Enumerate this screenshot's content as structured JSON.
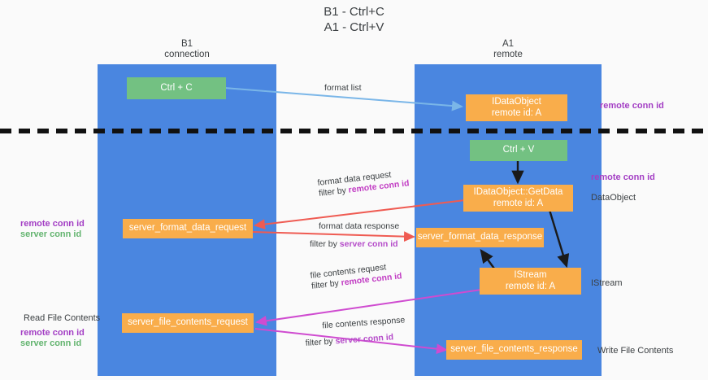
{
  "title": {
    "line1": "B1 - Ctrl+C",
    "line2": "A1 - Ctrl+V"
  },
  "columns": [
    {
      "id": "b1",
      "name": "B1",
      "sub": "connection"
    },
    {
      "id": "a1",
      "name": "A1",
      "sub": "remote"
    }
  ],
  "boxes": {
    "ctrl_c": "Ctrl + C",
    "ctrl_v": "Ctrl + V",
    "idataobject_title": "IDataObject",
    "idataobject_sub": "remote id: A",
    "getdata_title": "IDataObject::GetData",
    "getdata_sub": "remote id: A",
    "istream_title": "IStream",
    "istream_sub": "remote id: A",
    "server_format_data_request": "server_format_data_request",
    "server_format_data_response": "server_format_data_response",
    "server_file_contents_request": "server_file_contents_request",
    "server_file_contents_response": "server_file_contents_response"
  },
  "side_labels": {
    "right_remote_conn_id_top": "remote conn id",
    "right_remote_conn_id_mid": "remote conn id",
    "right_dataobject": "DataObject",
    "right_istream": "IStream",
    "right_write_file_contents": "Write File Contents",
    "left_remote_conn_id": "remote conn id",
    "left_server_conn_id": "server conn id",
    "left_read_file_contents": "Read File Contents",
    "left_remote_conn_id2": "remote conn id",
    "left_server_conn_id2": "server conn id"
  },
  "wire_labels": {
    "format_list": "format list",
    "format_data_request": "format data request",
    "format_data_request_filter_prefix": "filter by ",
    "format_data_request_filter_key": "remote conn id",
    "format_data_response": "format data response",
    "format_data_response_filter_prefix": "filter by ",
    "format_data_response_filter_key": "server conn id",
    "file_contents_request": "file contents request",
    "file_contents_request_filter_prefix": "filter by ",
    "file_contents_request_filter_key": "remote conn id",
    "file_contents_response": "file contents response",
    "file_contents_response_filter_prefix": "filter by ",
    "file_contents_response_filter_key": "server conn id"
  },
  "colors": {
    "column_blue": "#4a86e0",
    "box_green": "#73c182",
    "box_orange": "#f9ad4b",
    "arrow_lightblue": "#7ab6e8",
    "arrow_red": "#ef5b52",
    "arrow_magenta": "#cf4bd0",
    "arrow_black": "#1a1a1a",
    "divider_black": "#111111",
    "purple_text": "#a33ec4",
    "green_text": "#63b46f"
  }
}
